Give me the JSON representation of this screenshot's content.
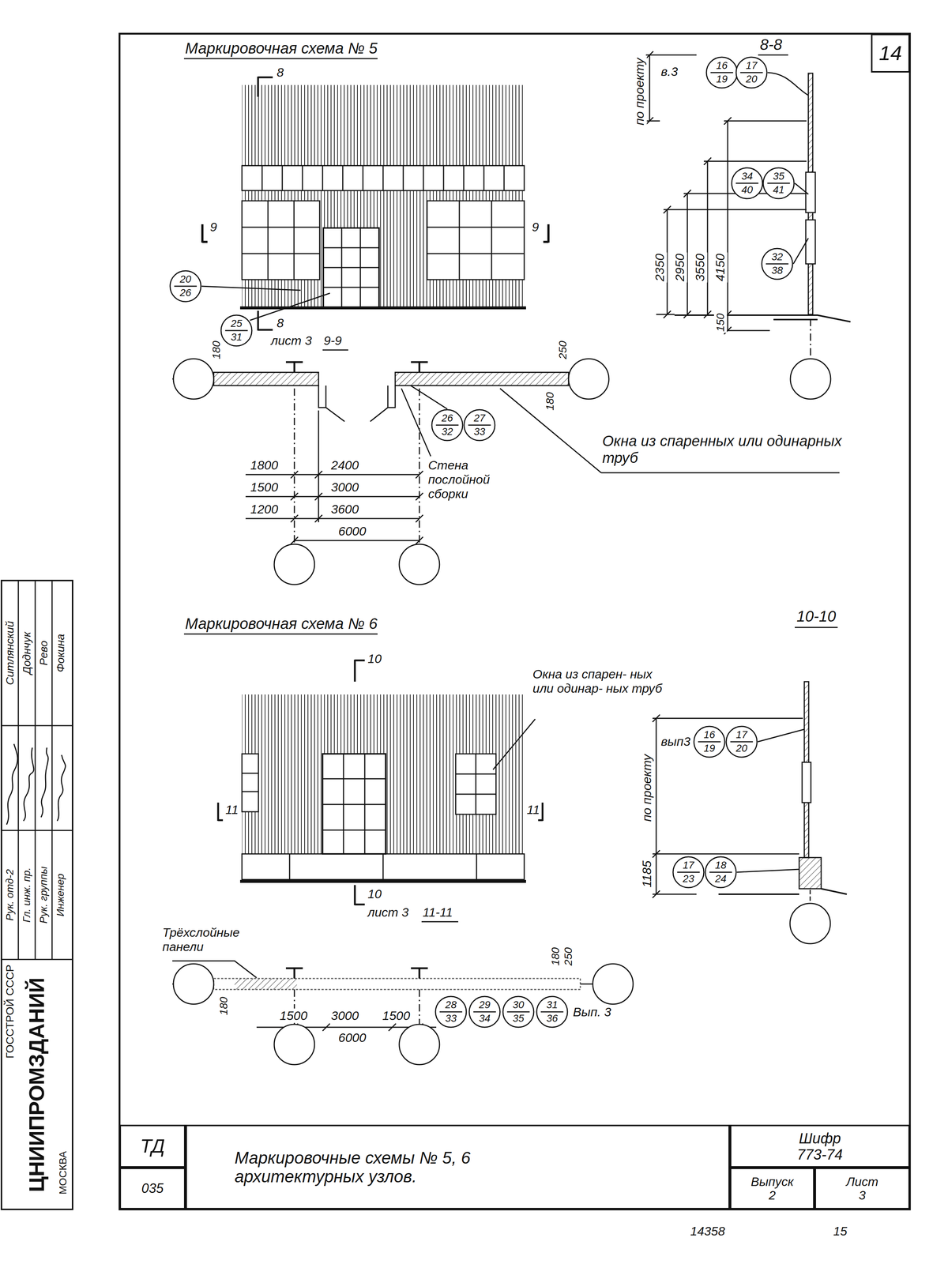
{
  "diagram": {
    "nodes": [
      {
        "text": [
          "14"
        ]
      },
      {
        "text": [
          "20",
          "26"
        ]
      },
      {
        "text": [
          "25",
          "31"
        ]
      },
      {
        "text": [
          "16",
          "19"
        ]
      },
      {
        "text": [
          "17",
          "20"
        ]
      },
      {
        "text": [
          "34",
          "40"
        ]
      },
      {
        "text": [
          "35",
          "41"
        ]
      },
      {
        "text": [
          "32",
          "38"
        ]
      },
      {
        "text": [
          "26",
          "32"
        ]
      },
      {
        "text": [
          "27",
          "33"
        ]
      },
      {
        "text": [
          "16",
          "19"
        ]
      },
      {
        "text": [
          "17",
          "20"
        ]
      },
      {
        "text": [
          "17",
          "23"
        ]
      },
      {
        "text": [
          "18",
          "24"
        ]
      },
      {
        "text": [
          "28",
          "33"
        ]
      },
      {
        "text": [
          "29",
          "34"
        ]
      },
      {
        "text": [
          "30",
          "35"
        ]
      },
      {
        "text": [
          "31",
          "36"
        ]
      },
      {
        "text": [
          "ТД"
        ]
      },
      {
        "text": [
          "035"
        ]
      },
      {
        "text": [
          "Маркировочные схемы № 5, 6 архитектурных узлов."
        ]
      },
      {
        "text": [
          "Шифр",
          "773-74"
        ]
      },
      {
        "text": [
          "Выпуск",
          "2"
        ]
      },
      {
        "text": [
          "Лист",
          "3"
        ]
      }
    ],
    "labels": [
      "Маркировочная схема № 5",
      "8",
      "9",
      "9",
      "8",
      "лист 3",
      "9-9",
      "8-8",
      "по проекту",
      "в.3",
      "2350",
      "2950",
      "3550",
      "4150",
      "150",
      "180",
      "250",
      "180",
      "1800",
      "1500",
      "1200",
      "2400",
      "3000",
      "3600",
      "6000",
      "Стена послойной сборки",
      "Окна из спаренных или одинарных труб",
      "Маркировочная схема № 6",
      "10-10",
      "10",
      "Окна из спарен- ных или одинар- ных труб",
      "11",
      "11",
      "10",
      "лист 3",
      "11-11",
      "по проекту",
      "вып3",
      "1185",
      "Трёхслойные панели",
      "180",
      "180",
      "250",
      "1500",
      "3000",
      "1500",
      "6000",
      "Вып. 3",
      "ГОССТРОЙ СССР",
      "ЦНИИПРОМЗДАНИЙ",
      "МОСКВА",
      "Рук. отд-2",
      "Гл. инж. пр.",
      "Рук. группы",
      "Инженер",
      "Ситлянский",
      "Доднчук",
      "Рево",
      "Фокина",
      "14358",
      "15"
    ]
  }
}
